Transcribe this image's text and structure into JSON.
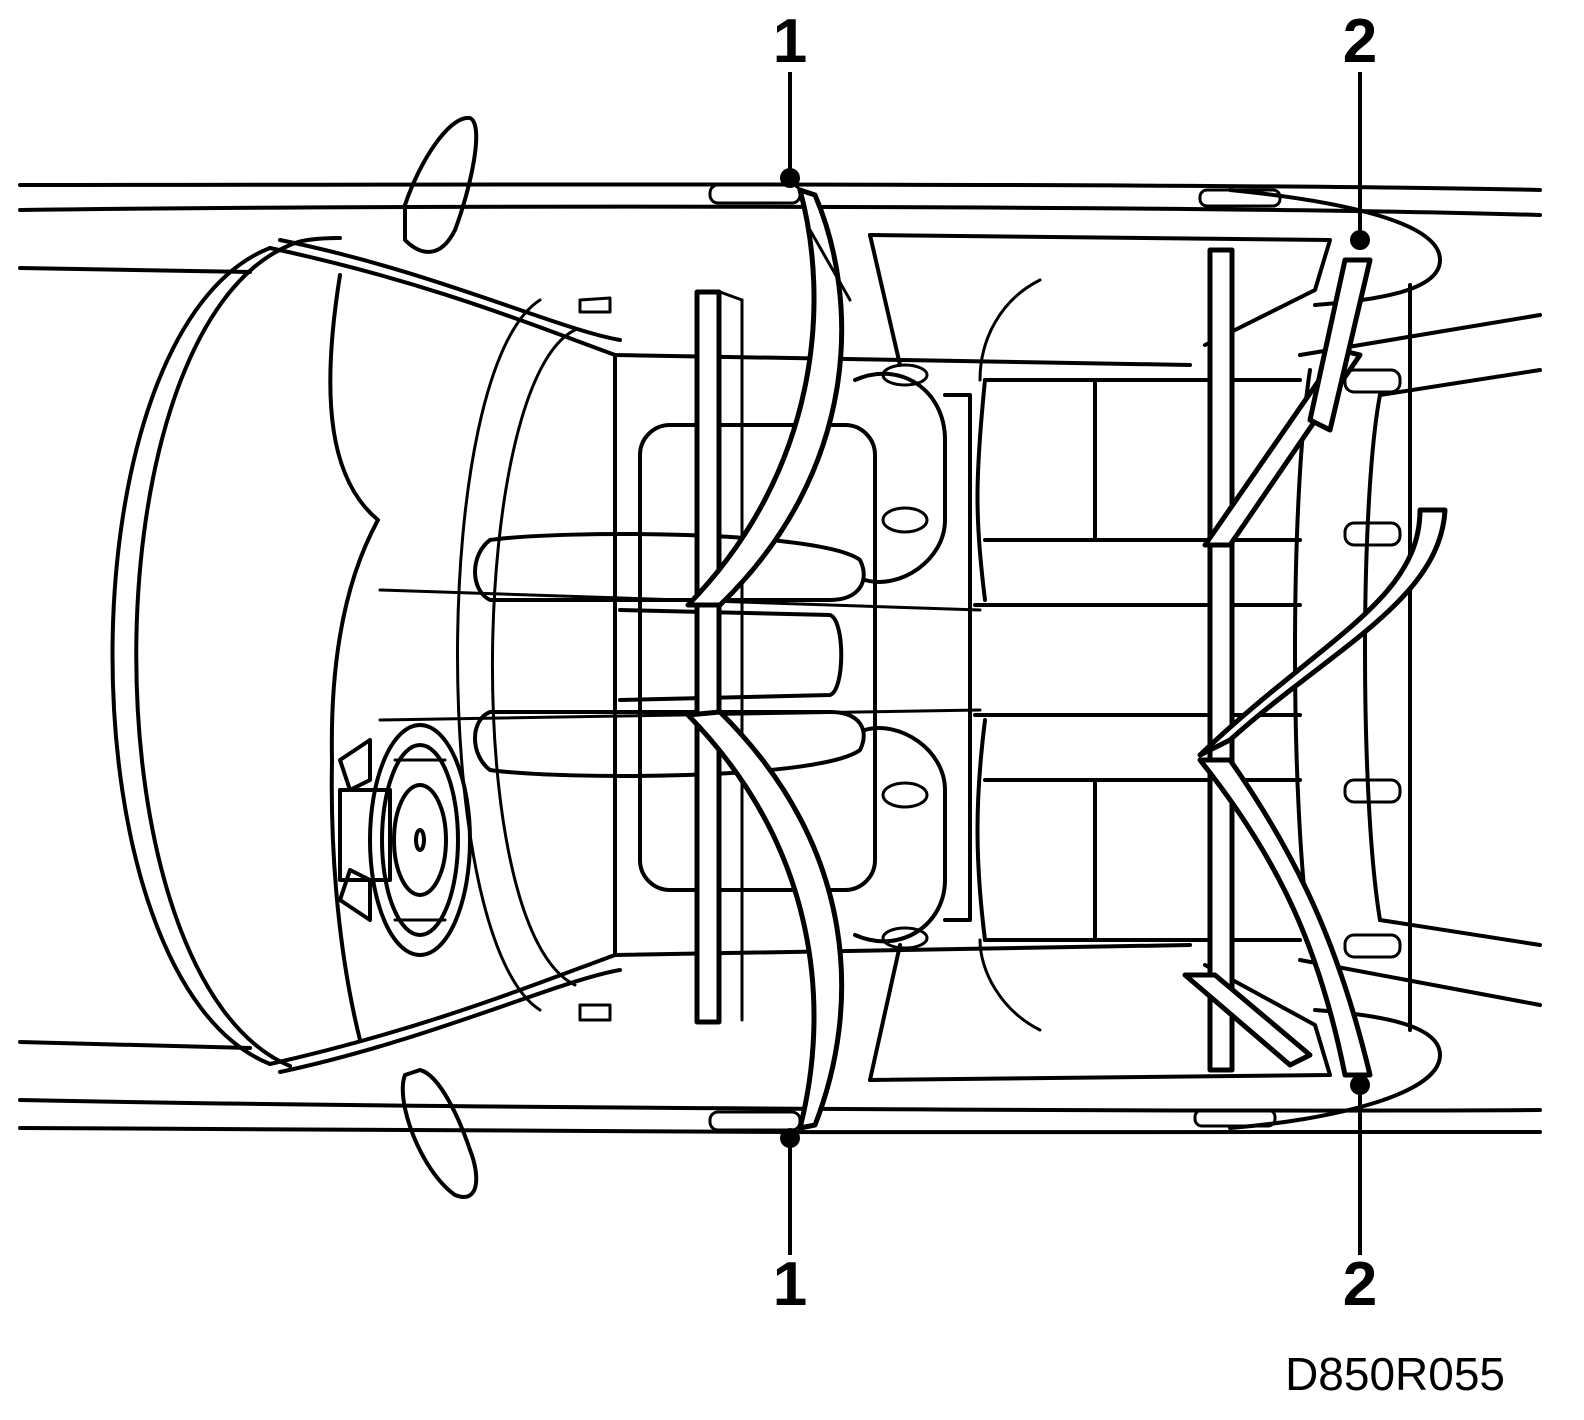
{
  "callouts": {
    "front_top": "1",
    "front_bottom": "1",
    "rear_top": "2",
    "rear_bottom": "2"
  },
  "reference_code": "D850R055"
}
